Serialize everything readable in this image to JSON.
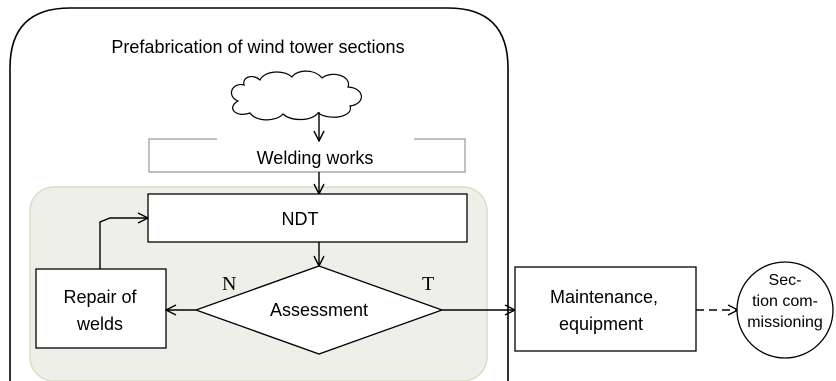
{
  "diagram": {
    "container_title": "Prefabrication of wind tower sections",
    "welding_label": "Welding works",
    "ndt_label": "NDT",
    "assessment_label": "Assessment",
    "repair_label_line1": "Repair of",
    "repair_label_line2": "welds",
    "branch_no": "N",
    "branch_yes": "T",
    "maintenance_line1": "Maintenance,",
    "maintenance_line2": "equipment",
    "commissioning_line1": "Sec-",
    "commissioning_line2": "tion com-",
    "commissioning_line3": "missioning",
    "colors": {
      "ndt_region_fill": "#efefe9",
      "ndt_region_stroke": "#dcdcc6",
      "line": "#000000",
      "welding_box_stroke": "#9a9a9a"
    }
  }
}
